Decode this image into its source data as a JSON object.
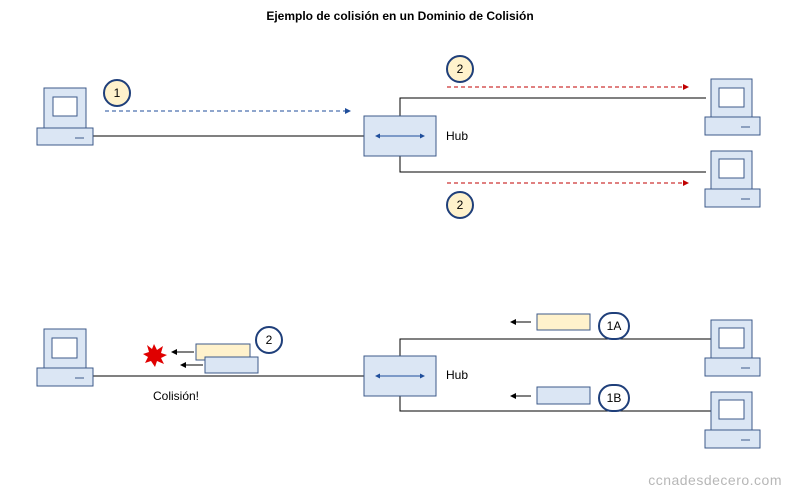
{
  "diagram": {
    "title": "Ejemplo de colisión en un Dominio de Colisión",
    "top": {
      "hub_label": "Hub",
      "step_left": "1",
      "step_right_top": "2",
      "step_right_bottom": "2"
    },
    "bottom": {
      "hub_label": "Hub",
      "step_left": "2",
      "step_right_top": "1A",
      "step_right_bottom": "1B",
      "collision_label": "Colisión!"
    }
  },
  "watermark": "ccnadesdecero.com",
  "colors": {
    "device_fill": "#dbe6f4",
    "device_stroke": "#3d5a8a",
    "signal_blue": "#1f4e9b",
    "signal_red": "#c00000",
    "frame_yellow": "#fff2cc",
    "frame_blue": "#dbe6f4",
    "collision_red": "#e00000"
  }
}
